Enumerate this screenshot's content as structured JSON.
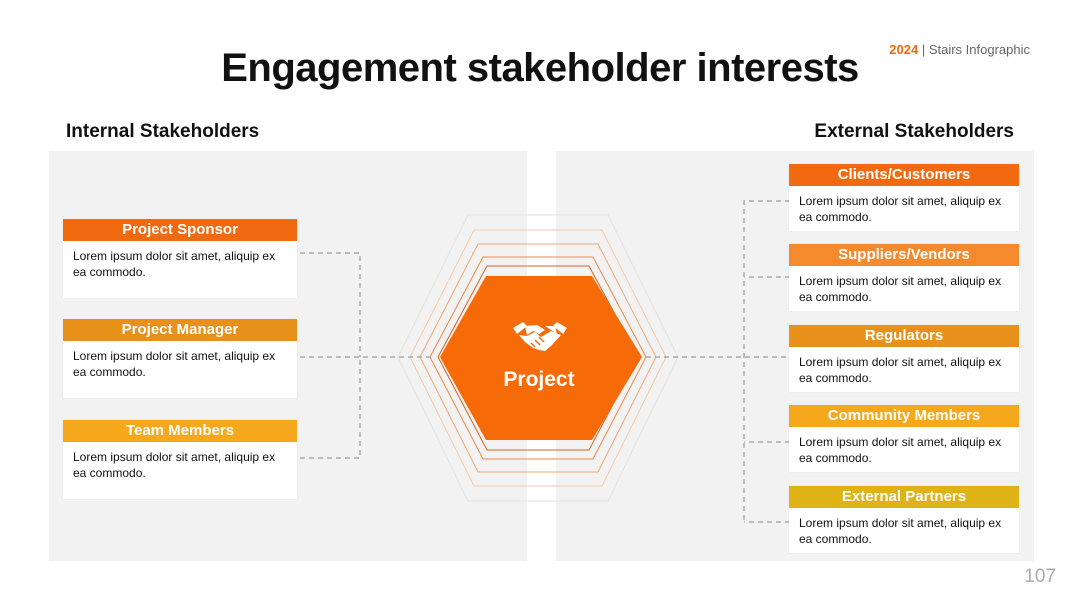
{
  "brand": {
    "year": "2024",
    "separator": " | ",
    "label": "Stairs Infographic"
  },
  "title": "Engagement stakeholder interests",
  "sections": {
    "internal": "Internal Stakeholders",
    "external": "External Stakeholders"
  },
  "hub": {
    "label": "Project",
    "icon": "handshake-icon"
  },
  "internal_cards": [
    {
      "title": "Project Sponsor",
      "text": "Lorem ipsum dolor sit amet, aliquip ex ea commodo.",
      "color": "#f26a0f"
    },
    {
      "title": "Project Manager",
      "text": "Lorem ipsum dolor sit amet, aliquip ex ea commodo.",
      "color": "#e8911a"
    },
    {
      "title": "Team Members",
      "text": "Lorem ipsum dolor sit amet, aliquip ex ea commodo.",
      "color": "#f6a81c"
    }
  ],
  "external_cards": [
    {
      "title": "Clients/Customers",
      "text": "Lorem ipsum dolor sit amet, aliquip ex ea commodo.",
      "color": "#f26a0f"
    },
    {
      "title": "Suppliers/Vendors",
      "text": "Lorem ipsum dolor sit amet, aliquip ex ea commodo.",
      "color": "#f5892e"
    },
    {
      "title": "Regulators",
      "text": "Lorem ipsum dolor sit amet, aliquip ex ea commodo.",
      "color": "#e8911a"
    },
    {
      "title": "Community Members",
      "text": "Lorem ipsum dolor sit amet, aliquip ex ea commodo.",
      "color": "#f6a81c"
    },
    {
      "title": "External Partners",
      "text": "Lorem ipsum dolor sit amet, aliquip ex ea commodo.",
      "color": "#dfb215"
    }
  ],
  "colors": {
    "accent": "#f26a0f",
    "panel": "#f2f2f2",
    "connector": "#aaaaaa"
  },
  "page_number": "107"
}
